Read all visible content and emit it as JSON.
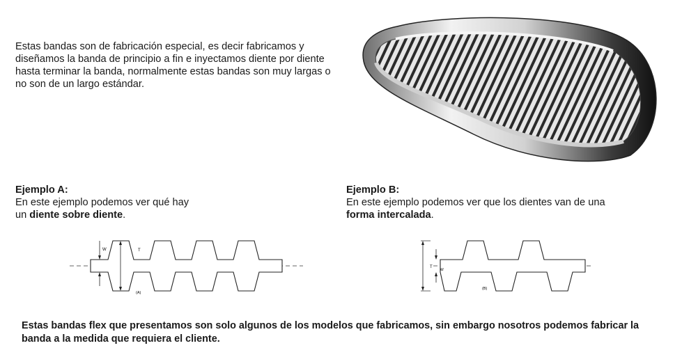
{
  "intro": {
    "text": "Estas bandas son de fabricación especial, es decir fabricamos y diseñamos la banda de principio a fin e inyectamos diente por diente hasta terminar la banda, normalmente estas bandas son muy largas o no son de un largo estándar."
  },
  "example_a": {
    "title": "Ejemplo A:",
    "line1": "En este ejemplo podemos ver qué hay",
    "line2_prefix": "un ",
    "line2_bold": "diente sobre diente",
    "line2_suffix": ".",
    "diagram": {
      "label_w": "W",
      "label_t": "T",
      "caption": "(A)"
    }
  },
  "example_b": {
    "title": "Ejemplo B:",
    "line1": "En este ejemplo podemos ver que los dientes van de una",
    "line2_bold": "forma intercalada",
    "line2_suffix": ".",
    "diagram": {
      "label_t": "T",
      "label_w": "W",
      "caption": "(B)"
    }
  },
  "footer": {
    "text": "Estas bandas flex que presentamos son solo algunos de los modelos que fabricamos, sin embargo nosotros podemos fabricar la banda a la medida que requiera el cliente."
  }
}
